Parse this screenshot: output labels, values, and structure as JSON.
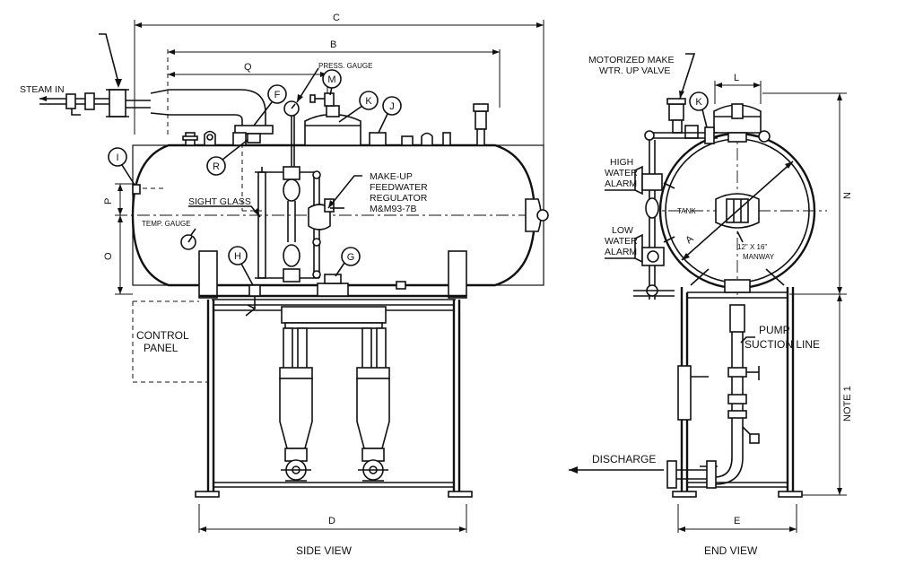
{
  "dimensions": {
    "C": "C",
    "B": "B",
    "Q": "Q",
    "D": "D",
    "E": "E",
    "L": "L",
    "N": "N",
    "O": "O",
    "P": "P",
    "A": "A",
    "note1": "NOTE 1"
  },
  "balloons": {
    "F": "F",
    "M": "M",
    "K": "K",
    "J": "J",
    "I": "I",
    "R": "R",
    "H": "H",
    "G": "G",
    "K2": "K"
  },
  "labels": {
    "steam_in": "STEAM IN",
    "press_gauge": "PRESS. GAUGE",
    "sight_glass": "SIGHT GLASS",
    "temp_gauge": "TEMP. GAUGE",
    "makeup_l1": "MAKE-UP",
    "makeup_l2": "FEEDWATER",
    "makeup_l3": "REGULATOR",
    "makeup_l4": "M&M93-7B",
    "control_l1": "CONTROL",
    "control_l2": "PANEL",
    "motorized_l1": "MOTORIZED MAKE",
    "motorized_l2": "WTR. UP VALVE",
    "high_l1": "HIGH",
    "high_l2": "WATER",
    "high_l3": "ALARM",
    "low_l1": "LOW",
    "low_l2": "WATER",
    "low_l3": "ALARM",
    "tank_l1": "TANK",
    "manway_l1": "12\" X 16\"",
    "manway_l2": "MANWAY",
    "pump_l1": "PUMP",
    "pump_l2": "SUCTION LINE",
    "discharge": "DISCHARGE",
    "side_view": "SIDE VIEW",
    "end_view": "END VIEW"
  }
}
